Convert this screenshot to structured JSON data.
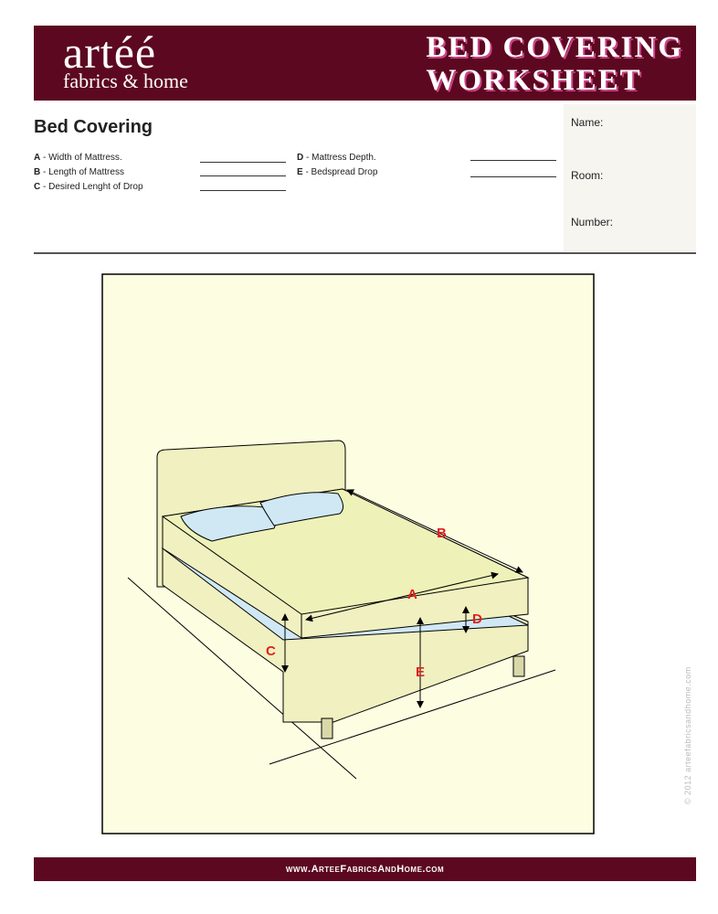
{
  "header": {
    "logo_main": "artéé",
    "logo_sub": "fabrics & home",
    "title_line1": "BED COVERING",
    "title_line2": "WORKSHEET"
  },
  "section_title": "Bed Covering",
  "fields": [
    {
      "key": "A",
      "label": " - Width of Mattress."
    },
    {
      "key": "B",
      "label": " - Length of Mattress"
    },
    {
      "key": "C",
      "label": " - Desired Lenght of Drop"
    },
    {
      "key": "D",
      "label": " - Mattress Depth."
    },
    {
      "key": "E",
      "label": " - Bedspread Drop"
    }
  ],
  "info": {
    "name": "Name:",
    "room": "Room:",
    "number": "Number:"
  },
  "diagram_labels": {
    "a": "A",
    "b": "B",
    "c": "C",
    "d": "D",
    "e": "E"
  },
  "copyright": "© 2012 arteefabricsandhome.com",
  "footer": "www.ArteeFabricsAndHome.com",
  "colors": {
    "brand": "#5c0820",
    "label": "#e02020",
    "panel": "#fdfde2"
  }
}
